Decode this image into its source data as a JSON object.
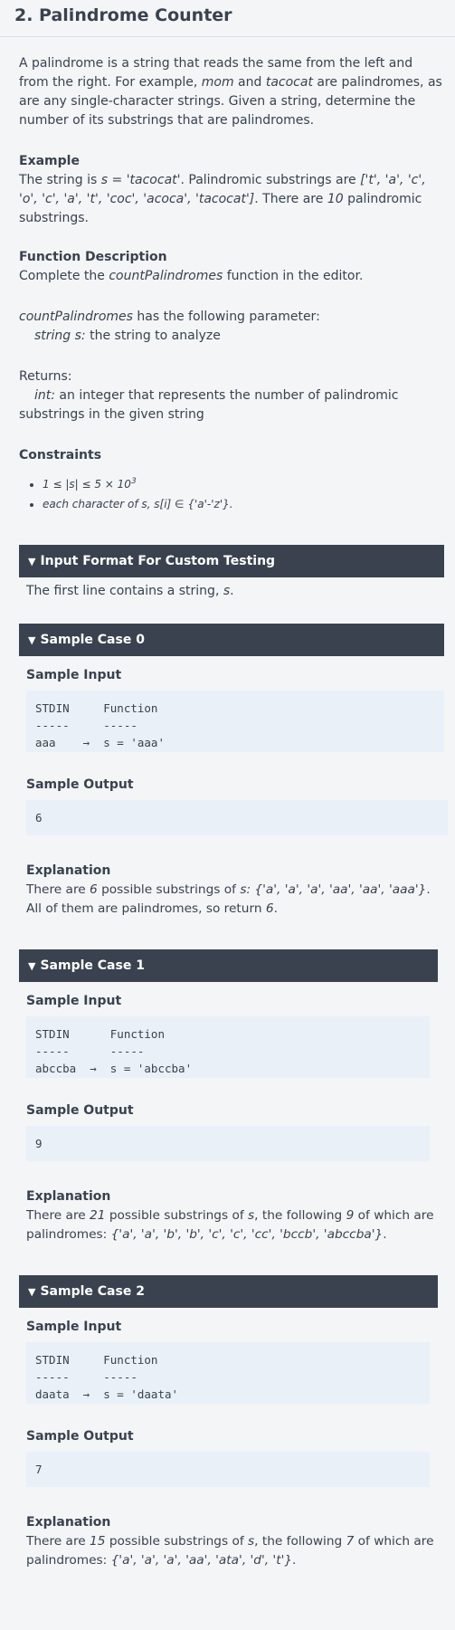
{
  "title": "2. Palindrome Counter",
  "intro": {
    "p1": "A palindrome is a string that reads the same from the left and from the right.  For example, ",
    "mom": "mom",
    "and": " and ",
    "tacocat": "tacocat",
    "p2": " are palindromes, as are any single-character strings.  Given a string, determine the number of its substrings that are palindromes."
  },
  "example": {
    "heading": "Example",
    "t1": "The string is ",
    "s_expr": "s = 'tacocat'",
    "t2": ".  Palindromic substrings are ",
    "list": "['t', 'a', 'c', 'o', 'c', 'a', 't', 'coc', 'acoca', 'tacocat']",
    "t3": ".  There are ",
    "count": "10",
    "t4": " palindromic substrings."
  },
  "function_description": {
    "heading": "Function Description",
    "t1": "Complete the ",
    "fname": "countPalindromes",
    "t2": " function in the editor."
  },
  "params": {
    "fname": "countPalindromes",
    "t1": " has the following parameter:",
    "param_name": "string s:",
    "param_desc": " the string to analyze"
  },
  "returns": {
    "heading": "Returns:",
    "type": "int:",
    "desc": " an integer that represents the number of palindromic substrings in the given string"
  },
  "constraints": {
    "heading": "Constraints",
    "c1": "1 ≤ |s| ≤ 5 × 10",
    "c1_exp": "3",
    "c2": "each character of s, s[i] ∈ {'a'-'z'}."
  },
  "input_format": {
    "bar": "Input Format For Custom Testing",
    "t1": "The first line contains a string, ",
    "var": "s",
    "t2": "."
  },
  "cases": [
    {
      "bar": "Sample Case 0",
      "input_label": "Sample Input",
      "input_code": "STDIN     Function\n-----     -----\naaa    →  s = 'aaa'",
      "output_label": "Sample Output",
      "output": "6",
      "expl_label": "Explanation",
      "e1": "There are ",
      "e_n1": "6",
      "e2": " possible substrings of ",
      "e_s": "s:",
      "e_list": " {'a', 'a', 'a', 'aa', 'aa', 'aaa'}",
      "e3": ". All of them are palindromes, so return ",
      "e_n2": "6",
      "e4": "."
    },
    {
      "bar": "Sample Case 1",
      "input_label": "Sample Input",
      "input_code": "STDIN      Function\n-----      -----\nabccba  →  s = 'abccba'",
      "output_label": "Sample Output",
      "output": "9",
      "expl_label": "Explanation",
      "e1": "There are ",
      "e_n1": "21",
      "e2": " possible substrings of ",
      "e_s": "s",
      "e3": ", the following ",
      "e_n2": "9",
      "e4": " of which are palindromes: ",
      "e_list": "{'a', 'a', 'b', 'b', 'c', 'c', 'cc', 'bccb', 'abccba'}",
      "e5": "."
    },
    {
      "bar": "Sample Case 2",
      "input_label": "Sample Input",
      "input_code": "STDIN     Function\n-----     -----\ndaata  →  s = 'daata'",
      "output_label": "Sample Output",
      "output": "7",
      "expl_label": "Explanation",
      "e1": "There are ",
      "e_n1": "15",
      "e2": " possible substrings of ",
      "e_s": "s",
      "e3": ", the following ",
      "e_n2": "7",
      "e4": " of which are palindromes: ",
      "e_list": "{'a', 'a', 'a', 'aa', 'ata', 'd', 't'}",
      "e5": "."
    }
  ],
  "icons": {
    "collapse": "triangle-down-icon"
  }
}
